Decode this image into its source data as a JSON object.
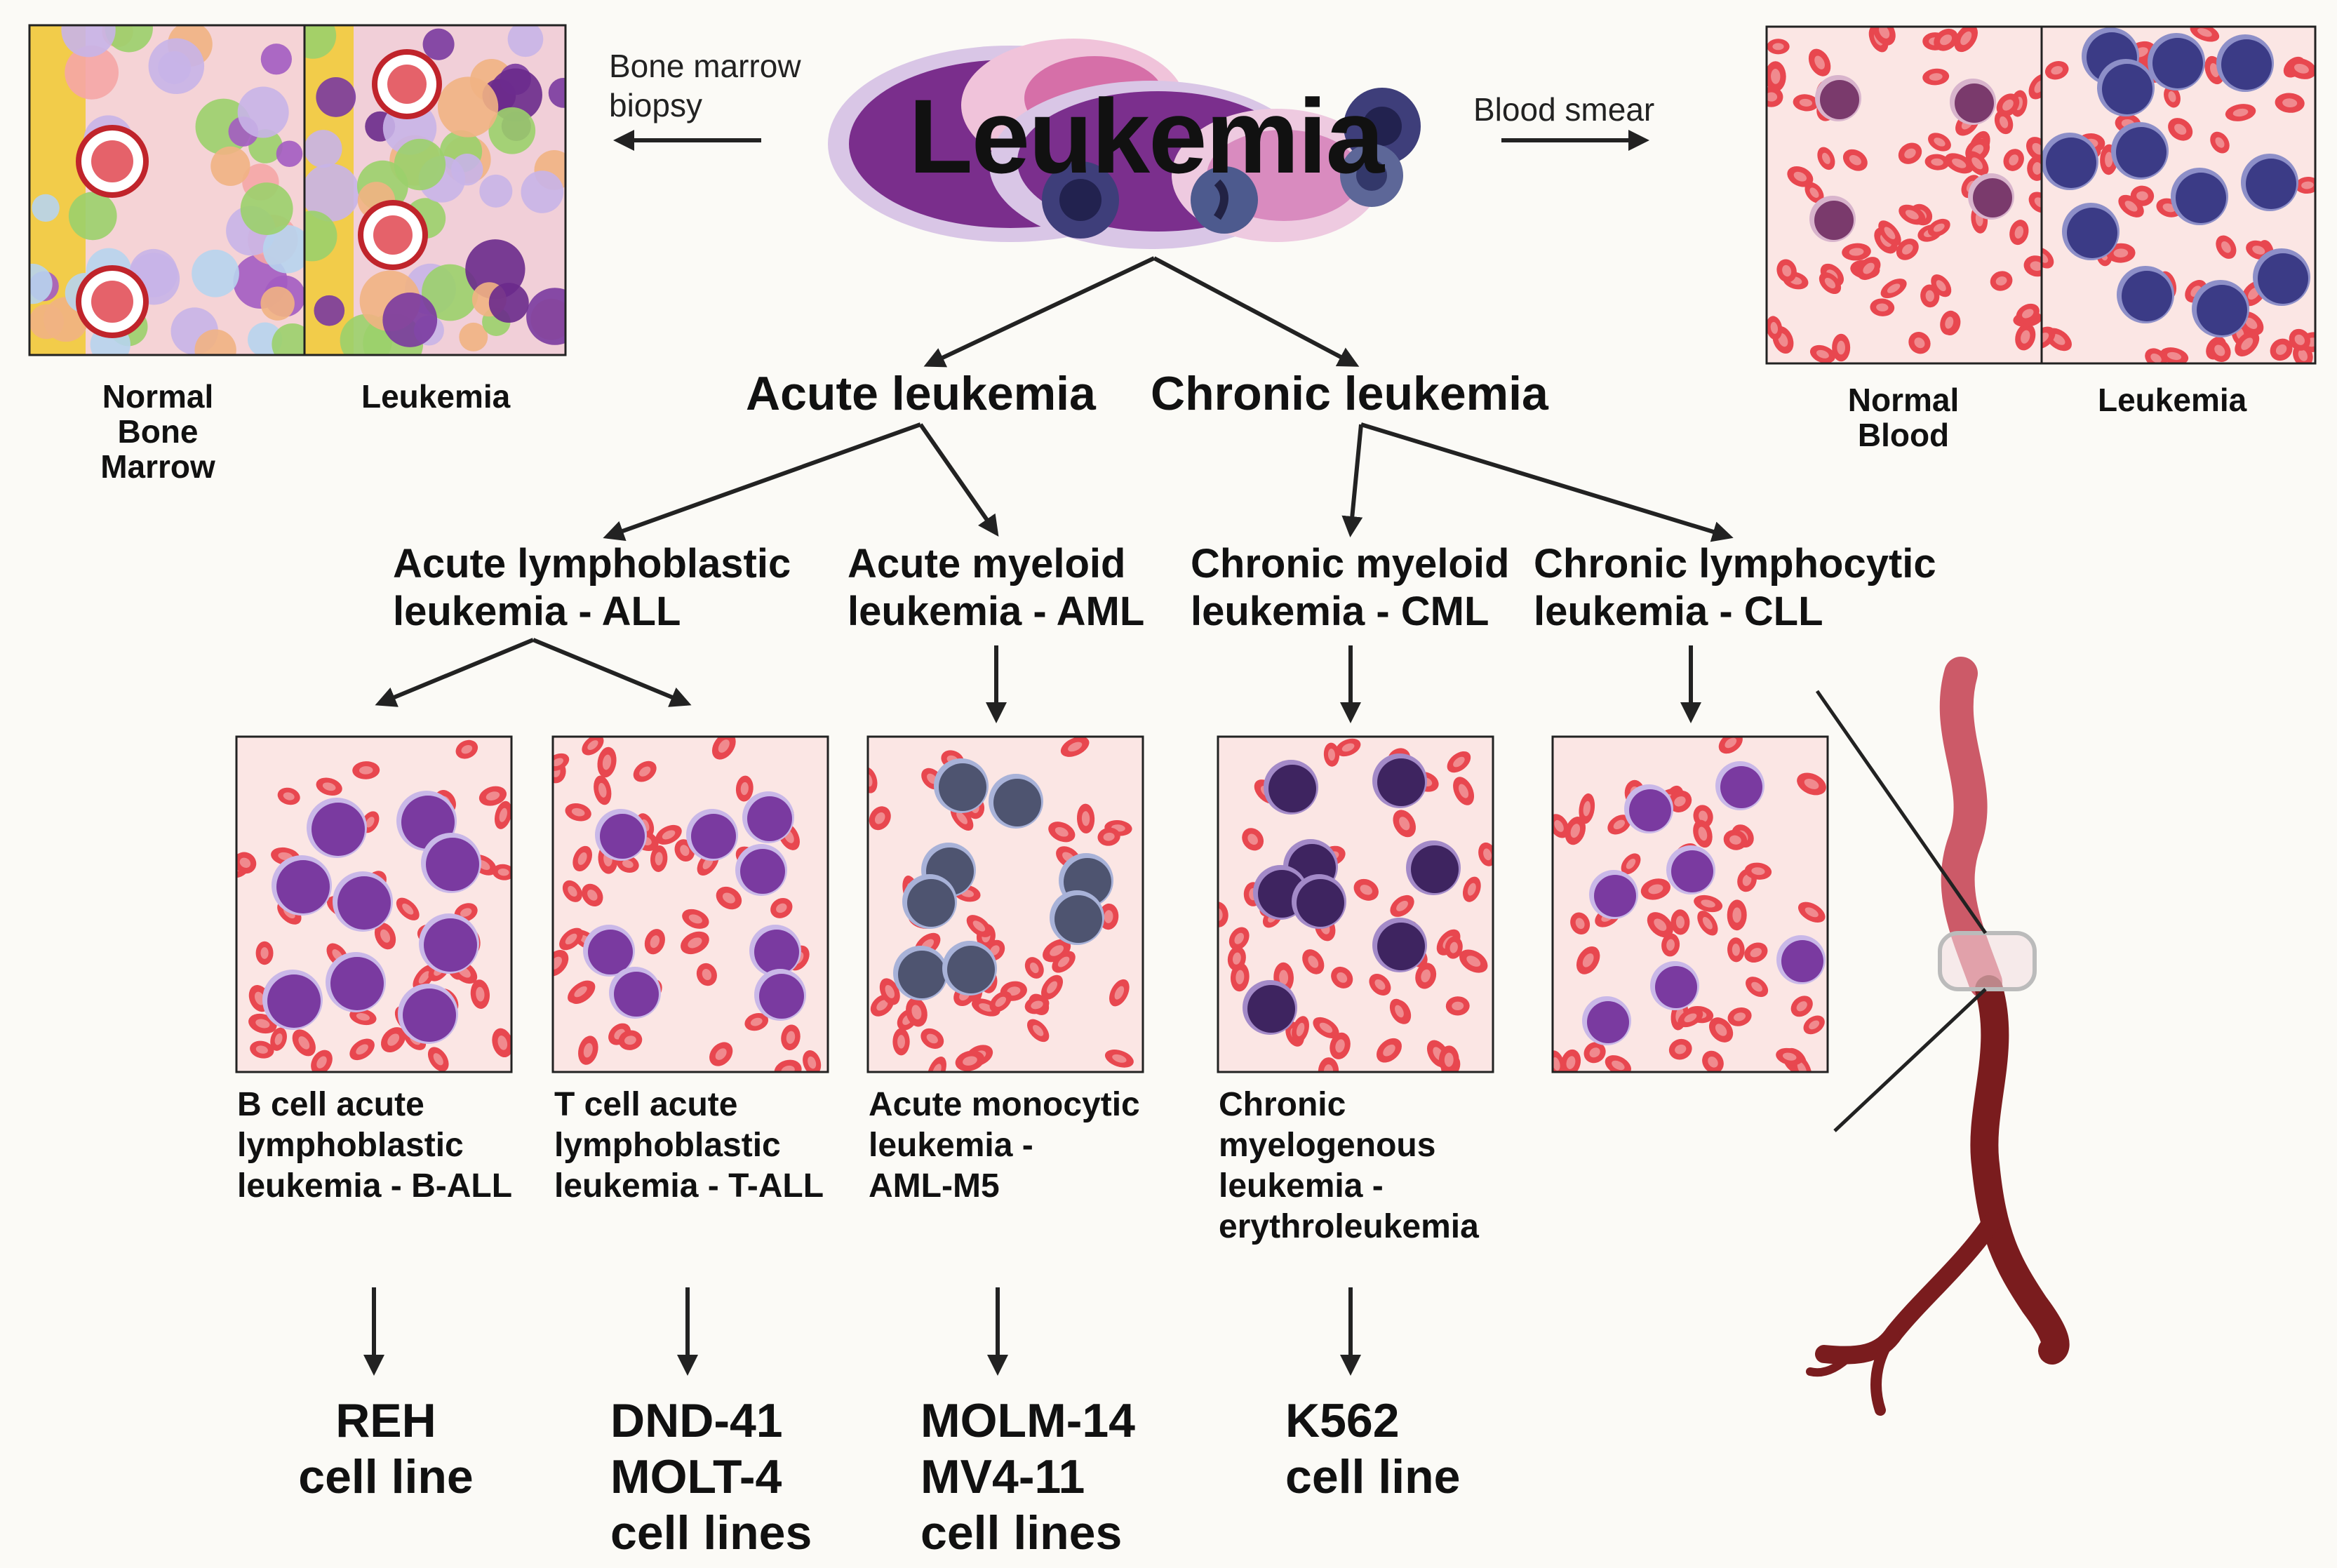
{
  "header": {
    "title": "Leukemia",
    "left_arrow_label": "Bone marrow biopsy",
    "right_arrow_label": "Blood smear"
  },
  "bone_marrow_panel": {
    "labels": [
      "Normal Bone Marrow",
      "Leukemia"
    ]
  },
  "blood_panel": {
    "labels": [
      "Normal Blood",
      "Leukemia"
    ]
  },
  "branches": {
    "acute": "Acute leukemia",
    "chronic": "Chronic leukemia"
  },
  "subtypes": [
    {
      "line1": "Acute lymphoblastic",
      "line2": "leukemia - ALL"
    },
    {
      "line1": "Acute myeloid",
      "line2": "leukemia - AML"
    },
    {
      "line1": "Chronic myeloid",
      "line2": "leukemia - CML"
    },
    {
      "line1": "Chronic lymphocytic",
      "line2": "leukemia - CLL"
    }
  ],
  "specific_types": [
    {
      "lines": [
        "B cell acute",
        "lymphoblastic",
        "leukemia - B-ALL"
      ]
    },
    {
      "lines": [
        "T cell acute",
        "lymphoblastic",
        "leukemia - T-ALL"
      ]
    },
    {
      "lines": [
        "Acute monocytic",
        "leukemia -",
        "AML-M5"
      ]
    },
    {
      "lines": [
        "Chronic",
        "myelogenous",
        "leukemia -",
        "erythroleukemia"
      ]
    }
  ],
  "cell_lines": [
    {
      "lines": [
        "REH",
        "cell line"
      ]
    },
    {
      "lines": [
        "DND-41",
        "MOLT-4",
        "cell lines"
      ]
    },
    {
      "lines": [
        "MOLM-14",
        "MV4-11",
        "cell lines"
      ]
    },
    {
      "lines": [
        "K562",
        "cell line"
      ]
    }
  ],
  "colors": {
    "rbc": "#e8474f",
    "rbc_center": "#f08a8e",
    "smear_bg": "#fbe6e4",
    "blast_purple": "#7a3aa0",
    "monocyte_gray": "#4e5470",
    "cml_dark": "#3e2460",
    "marrow_bg": "#f5d3d6",
    "vessel_light": "#cc5a68",
    "vessel_dark": "#7a1c1e"
  }
}
